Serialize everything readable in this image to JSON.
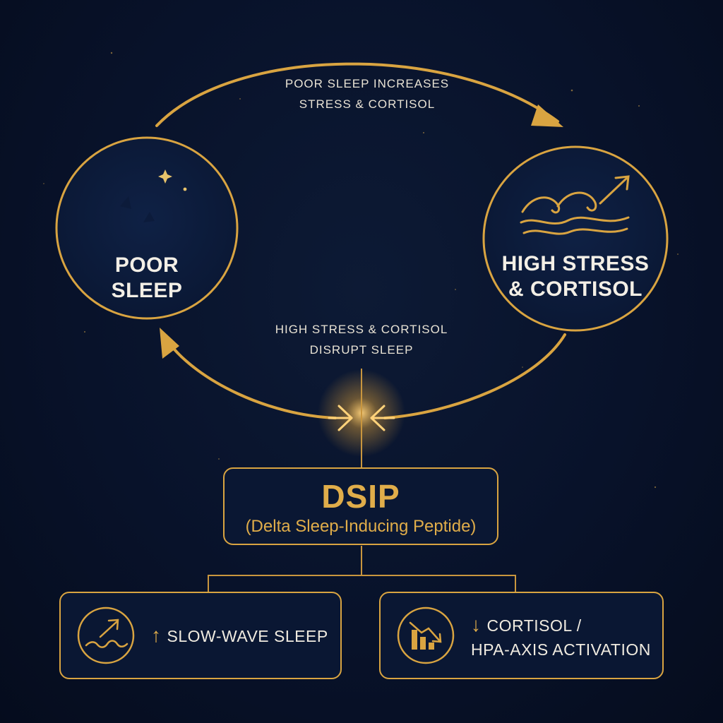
{
  "nodes": {
    "poor_sleep": {
      "line1": "POOR",
      "line2": "SLEEP"
    },
    "high_stress": {
      "line1": "HIGH STRESS",
      "line2": "& CORTISOL"
    }
  },
  "edges": {
    "top": {
      "line1": "POOR SLEEP INCREASES",
      "line2": "STRESS & CORTISOL"
    },
    "bottom": {
      "line1": "HIGH STRESS & CORTISOL",
      "line2": "DISRUPT SLEEP"
    }
  },
  "intervention": {
    "title": "DSIP",
    "subtitle": "(Delta Sleep-Inducing Peptide)"
  },
  "effects": {
    "left": {
      "arrow": "↑",
      "text": "SLOW-WAVE SLEEP"
    },
    "right": {
      "arrow": "↓",
      "line1": "CORTISOL /",
      "line2": "HPA-AXIS ACTIVATION"
    }
  },
  "colors": {
    "gold": "#e0ad4a",
    "background": "#08122a",
    "text": "#f0ebe0"
  }
}
